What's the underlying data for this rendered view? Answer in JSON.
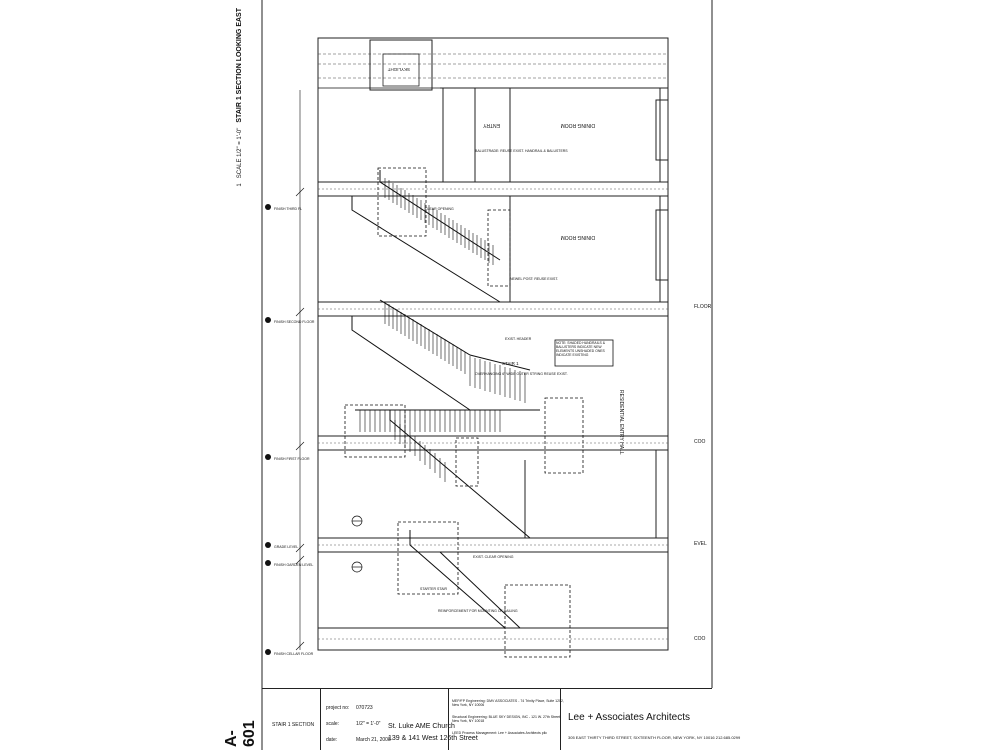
{
  "drawing": {
    "sidebar_title": "STAIR 1 SECTION LOOKING EAST",
    "sidebar_scale": "SCALE 1/2\" = 1'-0\"",
    "sidebar_num": "1",
    "rooms": [
      "ENTRY",
      "DINING ROOM",
      "DINING ROOM",
      "RESIDENTIAL ENTRY HALL"
    ],
    "floors": [
      {
        "label": "FINISH THIRD FL"
      },
      {
        "label": "FINISH SECOND FLOOR"
      },
      {
        "label": "FINISH FIRST FLOOR"
      },
      {
        "label": "GRADE LEVEL"
      },
      {
        "label": "FINISH GARDEN LEVEL"
      },
      {
        "label": "FINISH CELLAR FLOOR"
      }
    ],
    "skylight": "SKYLIGHT",
    "stair_label": "STAIR 1",
    "note": "NOTE: SHADED HANDRAILS & BALUSTERS INDICATE NEW ELEMENTS UNSHADED ONES INDICATE EXISTING",
    "annotations": [
      "BALUSTRADE: REUSE EXIST. HANDRAIL & BALUSTERS",
      "CLEAR OPENING",
      "EXIST. HEADER",
      "NEWEL POST: REUSE EXIST.",
      "OVERHANGING 6\" WIDE OUTER STRING REUSE EXIST.",
      "REINFORCEMENT FOR MOUNTING OF RAILING",
      "EXIST. CLEAR OPENING",
      "STARTER STAIR"
    ]
  },
  "titleblock": {
    "sheet_number": "A-601",
    "sheet_title": "STAIR 1 SECTION",
    "project_no_label": "project no:",
    "project_no": "070723",
    "scale_label": "scale:",
    "scale": "1/2\" = 1'-0\"",
    "date_label": "date:",
    "date": "March 21, 2008",
    "project_name": "St. Luke AME Church",
    "project_address": "139 & 141 West 126th Street",
    "consultant1": "MEP/FP Engineering: DMV ASSOCIATES - 74 Trinity Place, Suite 1202, New York, NY 10006",
    "consultant2": "Structural Engineering: BLUE SKY DESIGN, INC - 121 W. 27th Street, New York, NY 10018",
    "consultant3": "LEED Process Management: Lee + Associates Architects pllc",
    "firm": "Lee + Associates Architects",
    "firm_address": "305 EAST THIRTY THIRD STREET, SIXTEENTH FLOOR, NEW YORK, NY 10016 212.685.0299"
  }
}
